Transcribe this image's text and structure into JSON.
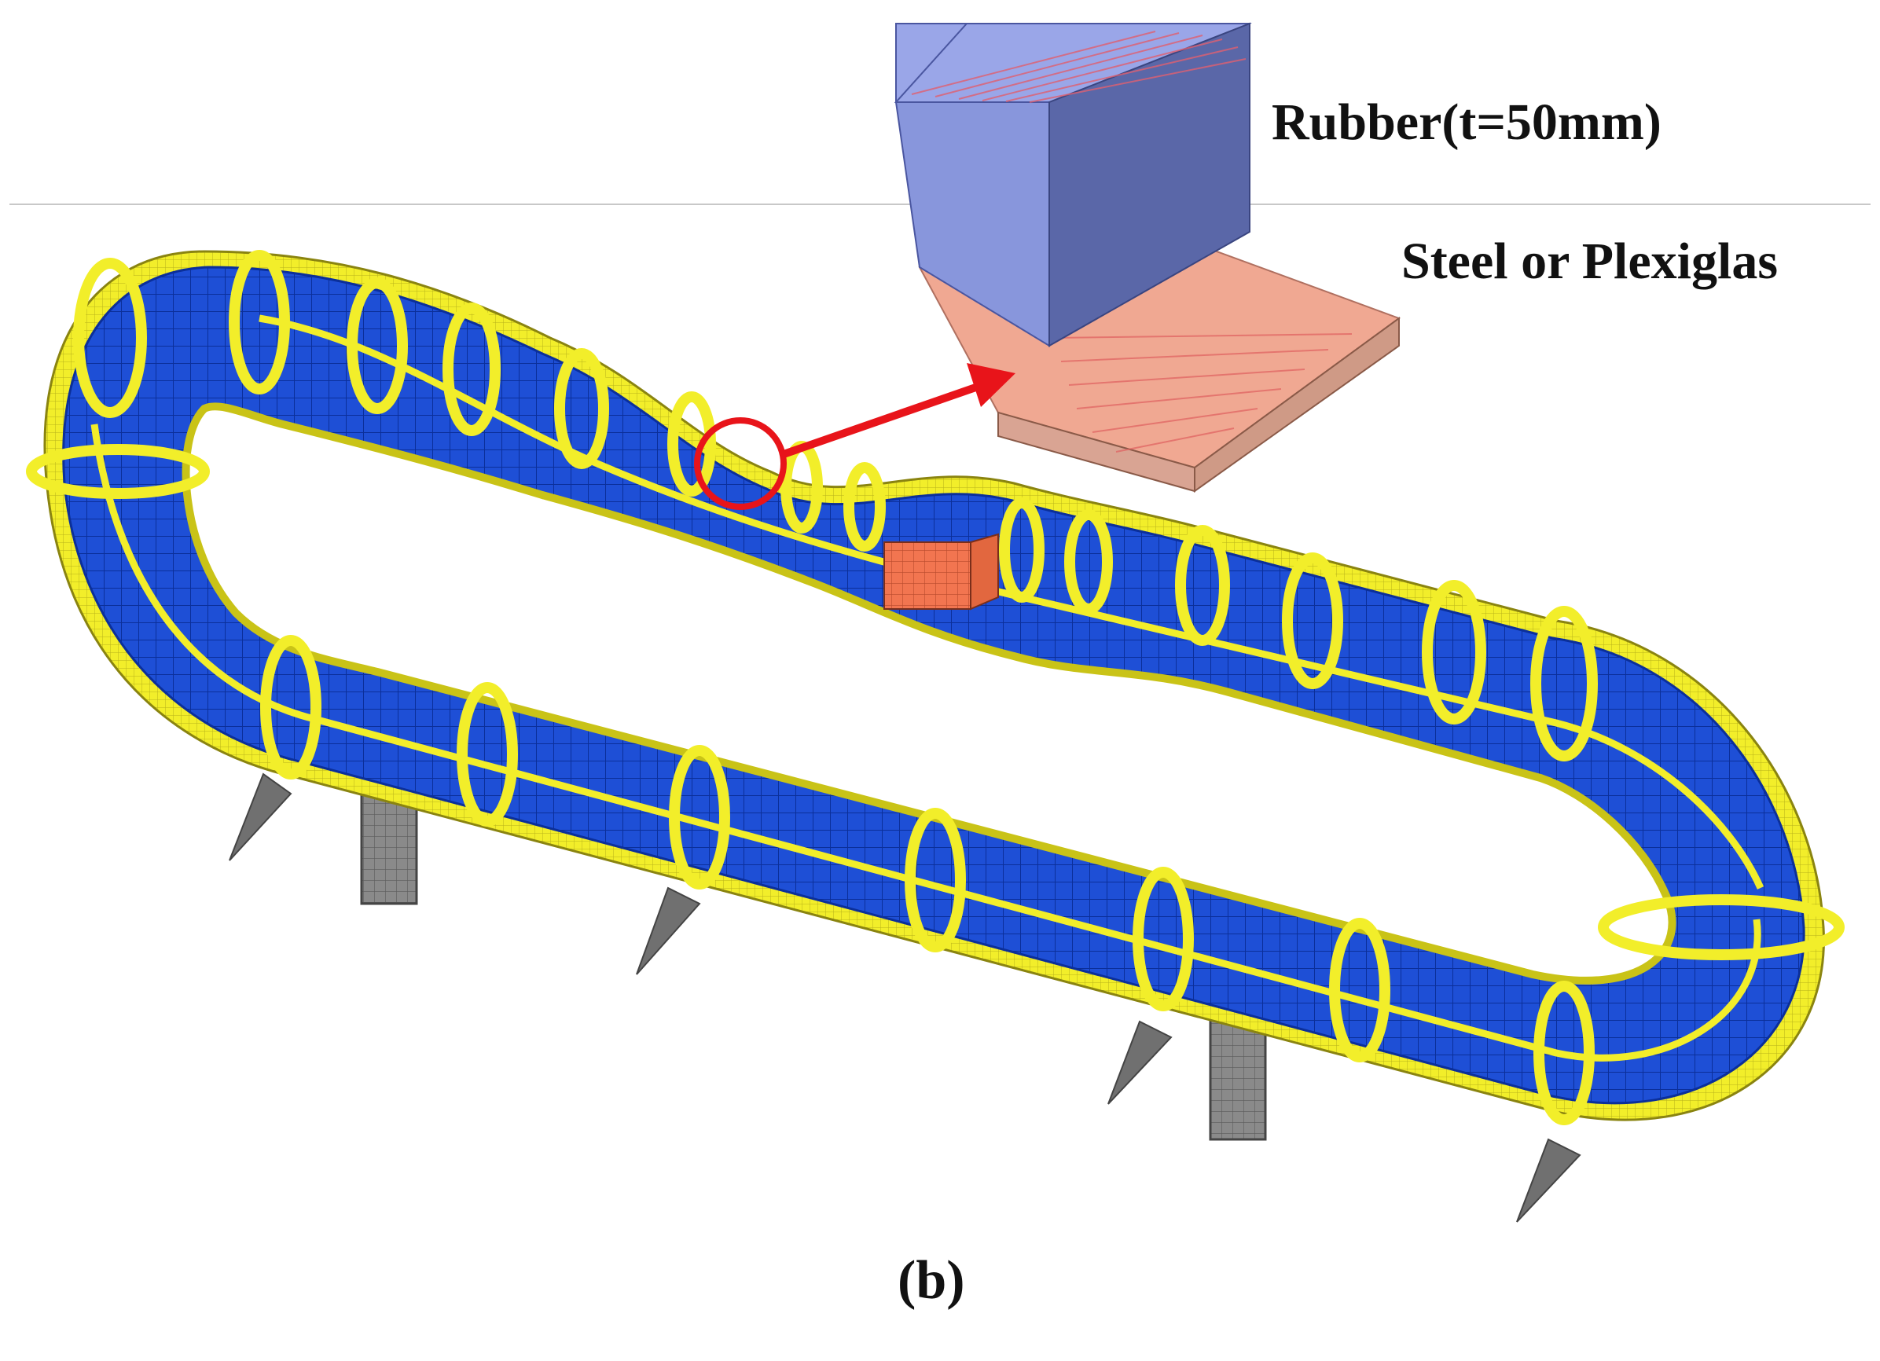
{
  "labels": {
    "rubber": "Rubber(t=50mm)",
    "steel": "Steel or Plexiglas",
    "caption_open": "(",
    "caption_letter": "b",
    "caption_close": ")"
  },
  "colors": {
    "pipe_blue": "#1e4fd6",
    "pipe_dark": "#0b2f9a",
    "ring_yellow": "#f2ee2a",
    "ring_shade": "#c9c317",
    "support_gray": "#8a8a8a",
    "rubber_top": "#9aa6e8",
    "rubber_front": "#8896dc",
    "rubber_side": "#5a67a8",
    "steel_top": "#f0a892",
    "steel_side": "#cf9a86",
    "highlight_red": "#e8141a",
    "orange_block": "#f27550"
  },
  "icons": {
    "arrow": "red-arrow",
    "marker": "red-circle-marker"
  }
}
